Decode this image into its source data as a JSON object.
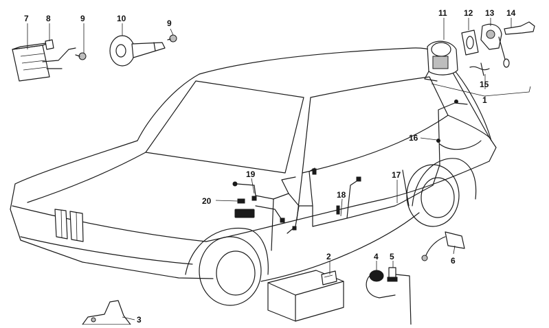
{
  "diagram": {
    "callouts": [
      {
        "id": "1",
        "label": "1"
      },
      {
        "id": "2",
        "label": "2"
      },
      {
        "id": "3",
        "label": "3"
      },
      {
        "id": "4",
        "label": "4"
      },
      {
        "id": "5",
        "label": "5"
      },
      {
        "id": "6",
        "label": "6"
      },
      {
        "id": "7",
        "label": "7"
      },
      {
        "id": "8",
        "label": "8"
      },
      {
        "id": "9a",
        "label": "9"
      },
      {
        "id": "9b",
        "label": "9"
      },
      {
        "id": "10",
        "label": "10"
      },
      {
        "id": "11",
        "label": "11"
      },
      {
        "id": "12",
        "label": "12"
      },
      {
        "id": "13",
        "label": "13"
      },
      {
        "id": "14",
        "label": "14"
      },
      {
        "id": "15",
        "label": "15"
      },
      {
        "id": "16",
        "label": "16"
      },
      {
        "id": "17",
        "label": "17"
      },
      {
        "id": "18",
        "label": "18"
      },
      {
        "id": "19",
        "label": "19"
      },
      {
        "id": "20",
        "label": "20"
      }
    ]
  }
}
